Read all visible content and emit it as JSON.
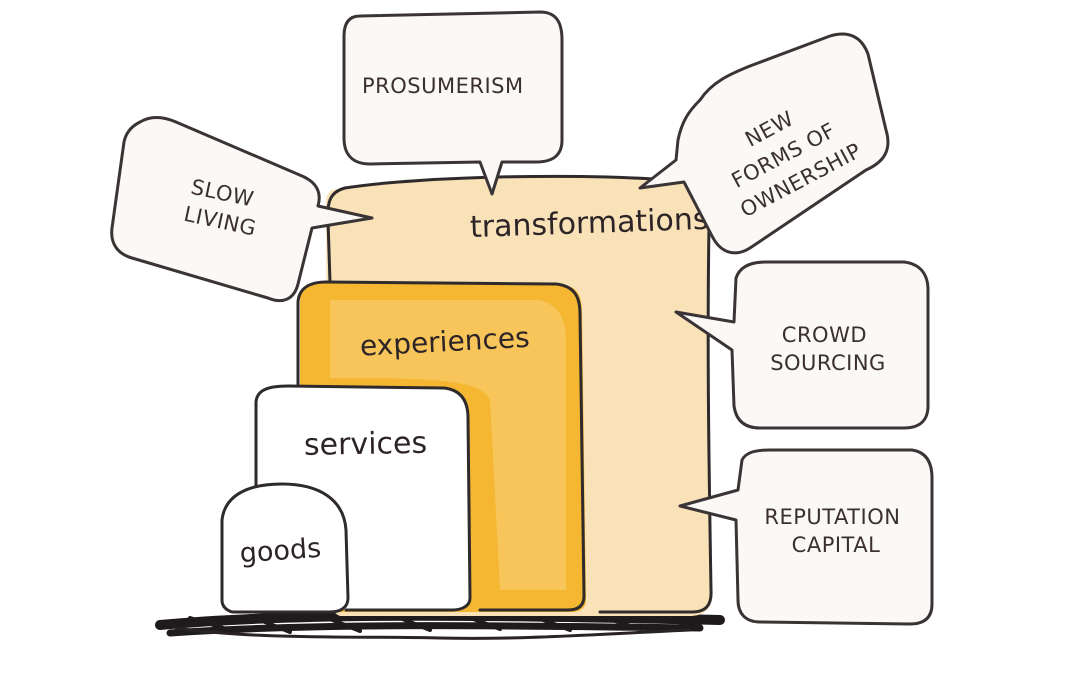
{
  "stages": {
    "transformations": "transformations",
    "experiences": "experiences",
    "services": "services",
    "goods": "goods"
  },
  "bubbles": {
    "prosumerism": [
      "PROSUMERISM"
    ],
    "new_forms_of_ownership": [
      "NEW",
      "FORMS OF",
      "OWNERSHIP"
    ],
    "slow_living": [
      "SLOW",
      "LIVING"
    ],
    "crowd_sourcing": [
      "CROWD",
      "SOURCING"
    ],
    "reputation_capital": [
      "REPUTATION",
      "CAPITAL"
    ]
  },
  "colors": {
    "transformations_fill": "#f9e2b8",
    "experiences_fill": "#f5b632",
    "experiences_inner": "#f8d27a",
    "services_fill": "#ffffff",
    "goods_fill": "#ffffff",
    "bubble_fill": "#fbf9f6",
    "ink": "#2f2a2c"
  }
}
